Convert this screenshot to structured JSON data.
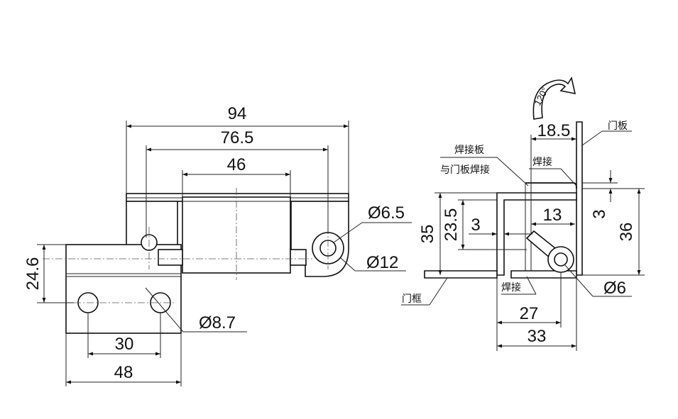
{
  "front_view": {
    "dim_overall_length": "94",
    "dim_hole_spacing": "76.5",
    "dim_body_length": "46",
    "dim_small_hole": "Ø6.5",
    "dim_boss": "Ø12",
    "dim_height": "24.6",
    "dim_mount_hole": "Ø8.7",
    "dim_mount_spacing": "30",
    "dim_plate_width": "48"
  },
  "side_view": {
    "rotation_angle": "120°",
    "dim_width_top": "18.5",
    "label_door_panel": "门板",
    "label_weld_plate_line1": "焊接板",
    "label_weld_plate_line2": "与门板焊接",
    "label_weld_top": "焊接",
    "dim_left_height": "35",
    "dim_inner_height": "23.5",
    "dim_gap": "3",
    "dim_inner_width": "13",
    "dim_top_gap": "3",
    "dim_right_height": "36",
    "label_door_frame": "门框",
    "label_weld_bottom": "焊接",
    "dim_pin_dia": "Ø6",
    "dim_offset": "27",
    "dim_total_width": "33"
  }
}
